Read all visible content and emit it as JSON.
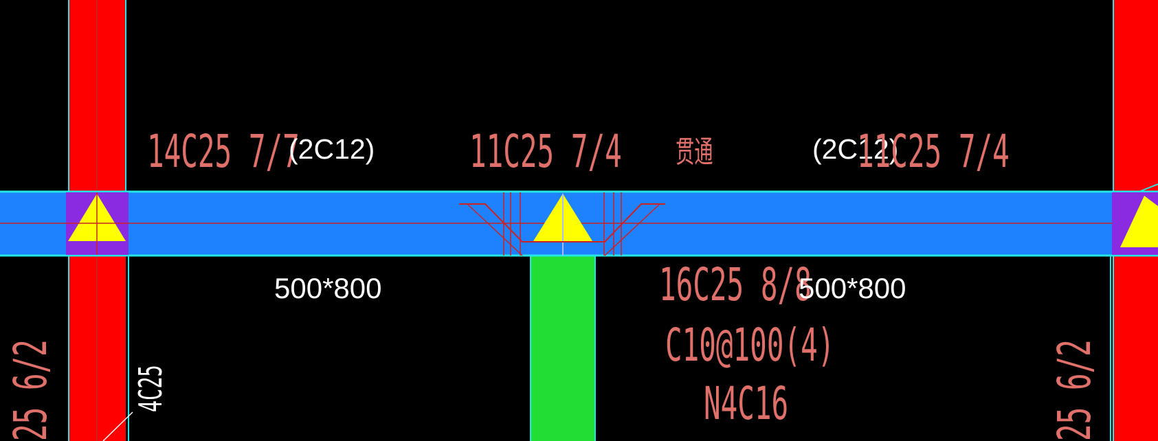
{
  "drawing": {
    "colors": {
      "background": "#000000",
      "beam_fill": "#1e82ff",
      "beam_edge": "#25e6e6",
      "column_red": "#ff0000",
      "column_green": "#22dd33",
      "support_purple": "#8a2be2",
      "support_triangle": "#ffff00",
      "rebar_text": "#e0706a",
      "white_text": "#ffffff",
      "center_line": "#cc2222"
    },
    "labels": {
      "top_left_rebar": "14C25 7/7",
      "top_left_waist": "(2C12)",
      "top_mid_rebar": "11C25 7/4",
      "top_mid_note": "贯通",
      "top_right_waist": "(2C12)",
      "top_right_rebar": "11C25 7/4",
      "beam_section_left": "500*800",
      "bottom_rebar": "16C25 8/8",
      "beam_section_right": "500*800",
      "stirrup": "C10@100(4)",
      "torsion_bar": "N4C16",
      "column_rebar_left": "25 6/2",
      "column_corner": "4C25",
      "column_rebar_right": "25 6/2"
    }
  }
}
